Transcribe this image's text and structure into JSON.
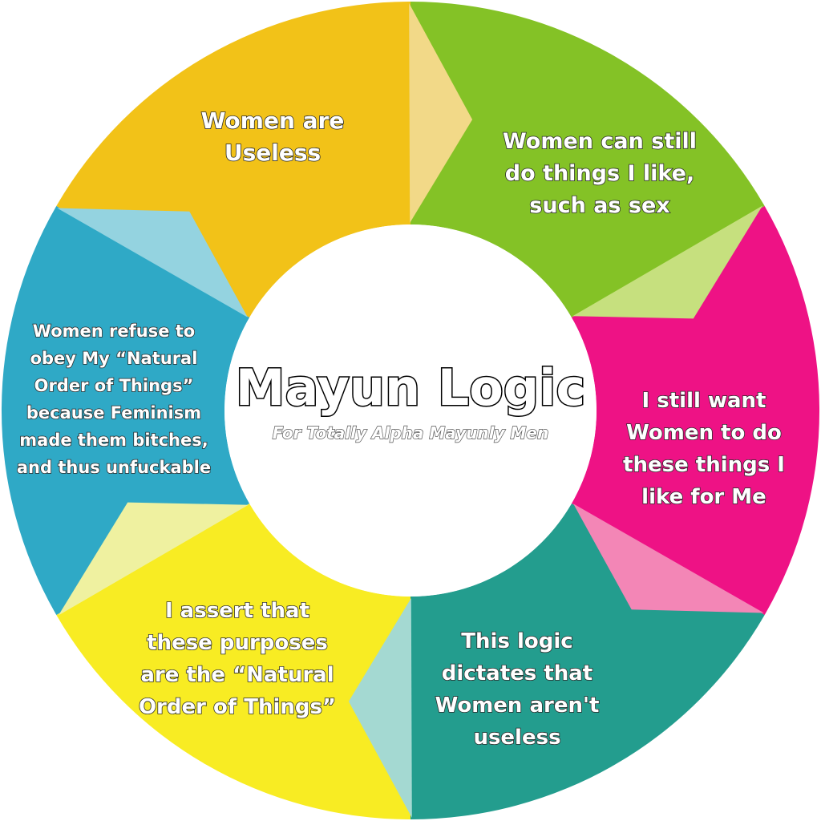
{
  "title": "Mayun Logic",
  "subtitle": "For Totally Alpha Mayunly Men",
  "segments": [
    {
      "id": "useless",
      "lines": [
        "Women are",
        "Useless"
      ],
      "color": "#F2C218",
      "arrow_color": "#F2D988"
    },
    {
      "id": "sex",
      "lines": [
        "Women can still",
        "do things I like,",
        "such as sex"
      ],
      "color": "#84C226",
      "arrow_color": "#C6E07E"
    },
    {
      "id": "want",
      "lines": [
        "I still want",
        "Women to do",
        "these things I",
        "like for Me"
      ],
      "color": "#EE1285",
      "arrow_color": "#F386B6"
    },
    {
      "id": "dictates",
      "lines": [
        "This logic",
        "dictates that",
        "Women aren't",
        "useless"
      ],
      "color": "#239D8E",
      "arrow_color": "#A4D9D2"
    },
    {
      "id": "natural",
      "lines": [
        "I assert that",
        "these purposes",
        "are the “Natural",
        "Order of Things”"
      ],
      "color": "#F8EC23",
      "arrow_color": "#EFF1A0"
    },
    {
      "id": "refuse",
      "lines": [
        "Women refuse to",
        "obey My “Natural",
        "Order of Things”",
        "because Feminism",
        "made them bitches,",
        "and thus unfuckable"
      ],
      "color": "#2FA9C6",
      "arrow_color": "#94D3E0"
    }
  ]
}
